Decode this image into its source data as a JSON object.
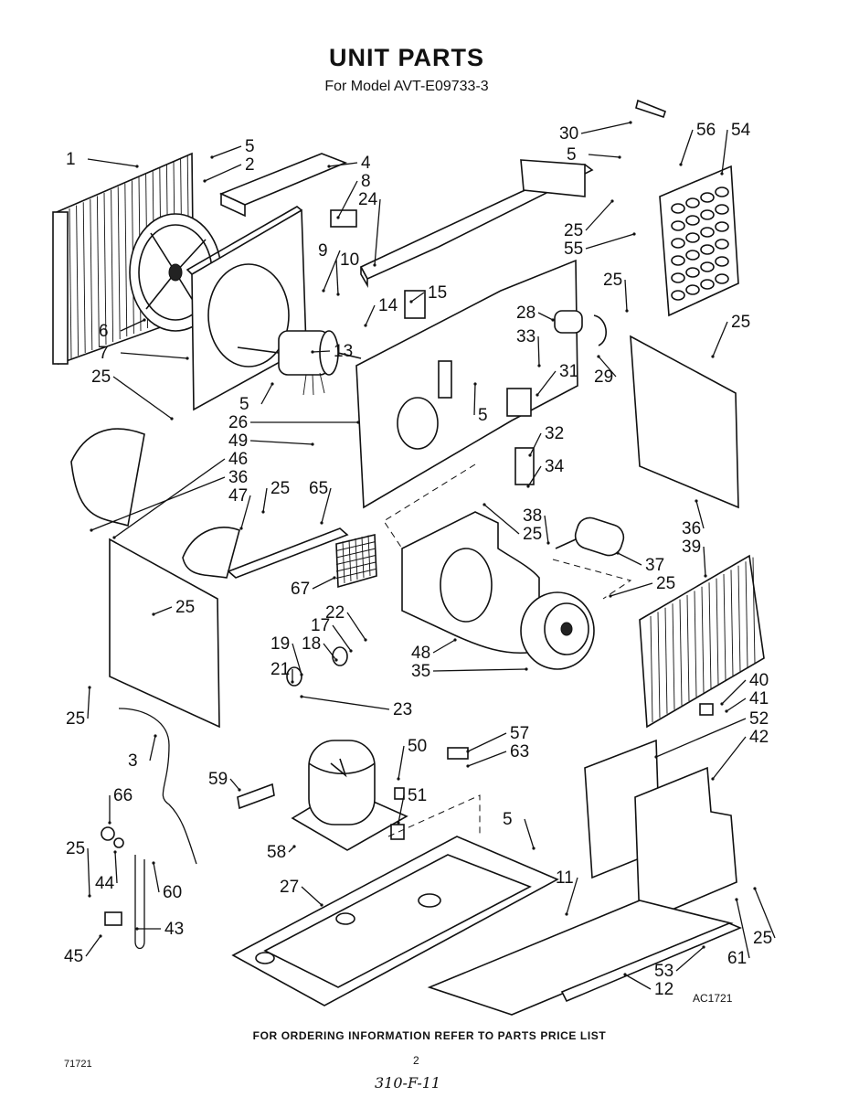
{
  "header": {
    "title": "UNIT PARTS",
    "subtitle": "For Model AVT-E09733-3"
  },
  "callouts": [
    "1",
    "2",
    "3",
    "4",
    "5",
    "6",
    "7",
    "8",
    "9",
    "10",
    "11",
    "12",
    "13",
    "14",
    "15",
    "17",
    "18",
    "19",
    "21",
    "22",
    "23",
    "24",
    "25",
    "26",
    "27",
    "28",
    "29",
    "30",
    "31",
    "32",
    "33",
    "34",
    "35",
    "36",
    "37",
    "38",
    "39",
    "40",
    "41",
    "42",
    "43",
    "44",
    "45",
    "46",
    "47",
    "48",
    "49",
    "50",
    "51",
    "52",
    "53",
    "54",
    "55",
    "56",
    "57",
    "58",
    "59",
    "60",
    "61",
    "63",
    "65",
    "66",
    "67"
  ],
  "footer": {
    "note": "FOR ORDERING INFORMATION REFER TO PARTS PRICE LIST",
    "drawing_code": "AC1721",
    "page_code": "71721",
    "page_number": "2",
    "handwritten": "310-F-11"
  }
}
